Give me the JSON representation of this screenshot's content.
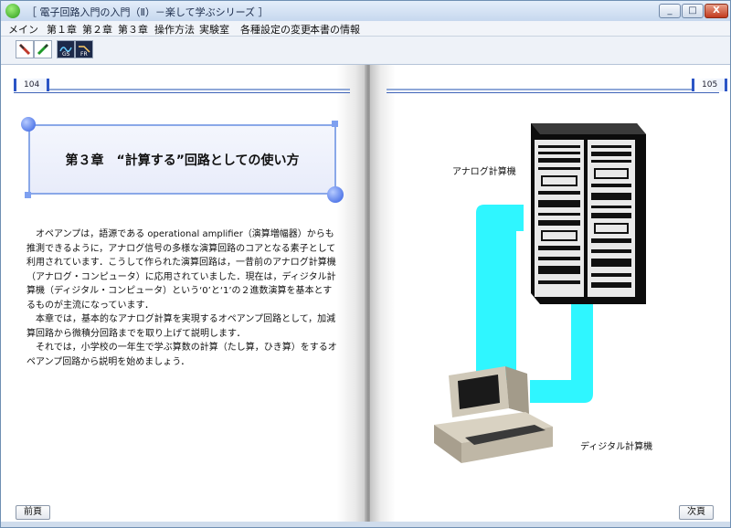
{
  "window": {
    "title": "［ 電子回路入門の入門（Ⅱ）－楽して学ぶシリーズ ］",
    "minimize": "_",
    "maximize": "□",
    "close": "X"
  },
  "menu": {
    "items": [
      "メイン",
      "第１章",
      "第２章",
      "第３章",
      "操作方法",
      "実験室",
      "各種設定の変更",
      "本書の情報"
    ]
  },
  "toolbar": {
    "tool3_caption": "GS",
    "tool4_caption": "FR"
  },
  "pages": {
    "left_number": "104",
    "right_number": "105",
    "heading": "第３章　“計算する”回路としての使い方",
    "paragraphs": [
      "オペアンプは，語源である operational amplifier（演算増幅器）からも推測できるように，アナログ信号の多様な演算回路のコアとなる素子として利用されています．こうして作られた演算回路は，一昔前のアナログ計算機（アナログ・コンピュータ）に応用されていました．現在は，ディジタル計算機（ディジタル・コンピュータ）という‘0’と‘1’の２進数演算を基本とするものが主流になっています．",
      "本章では，基本的なアナログ計算を実現するオペアンプ回路として，加減算回路から微積分回路までを取り上げて説明します．",
      "それでは，小学校の一年生で学ぶ算数の計算（たし算，ひき算）をするオペアンプ回路から説明を始めましょう．"
    ],
    "label_analog": "アナログ計算機",
    "label_digital": "ディジタル計算機",
    "prev_button": "前頁",
    "next_button": "次頁"
  },
  "colors": {
    "accent_blue": "#2c55c6",
    "connector_cyan": "#2ff6ff"
  }
}
